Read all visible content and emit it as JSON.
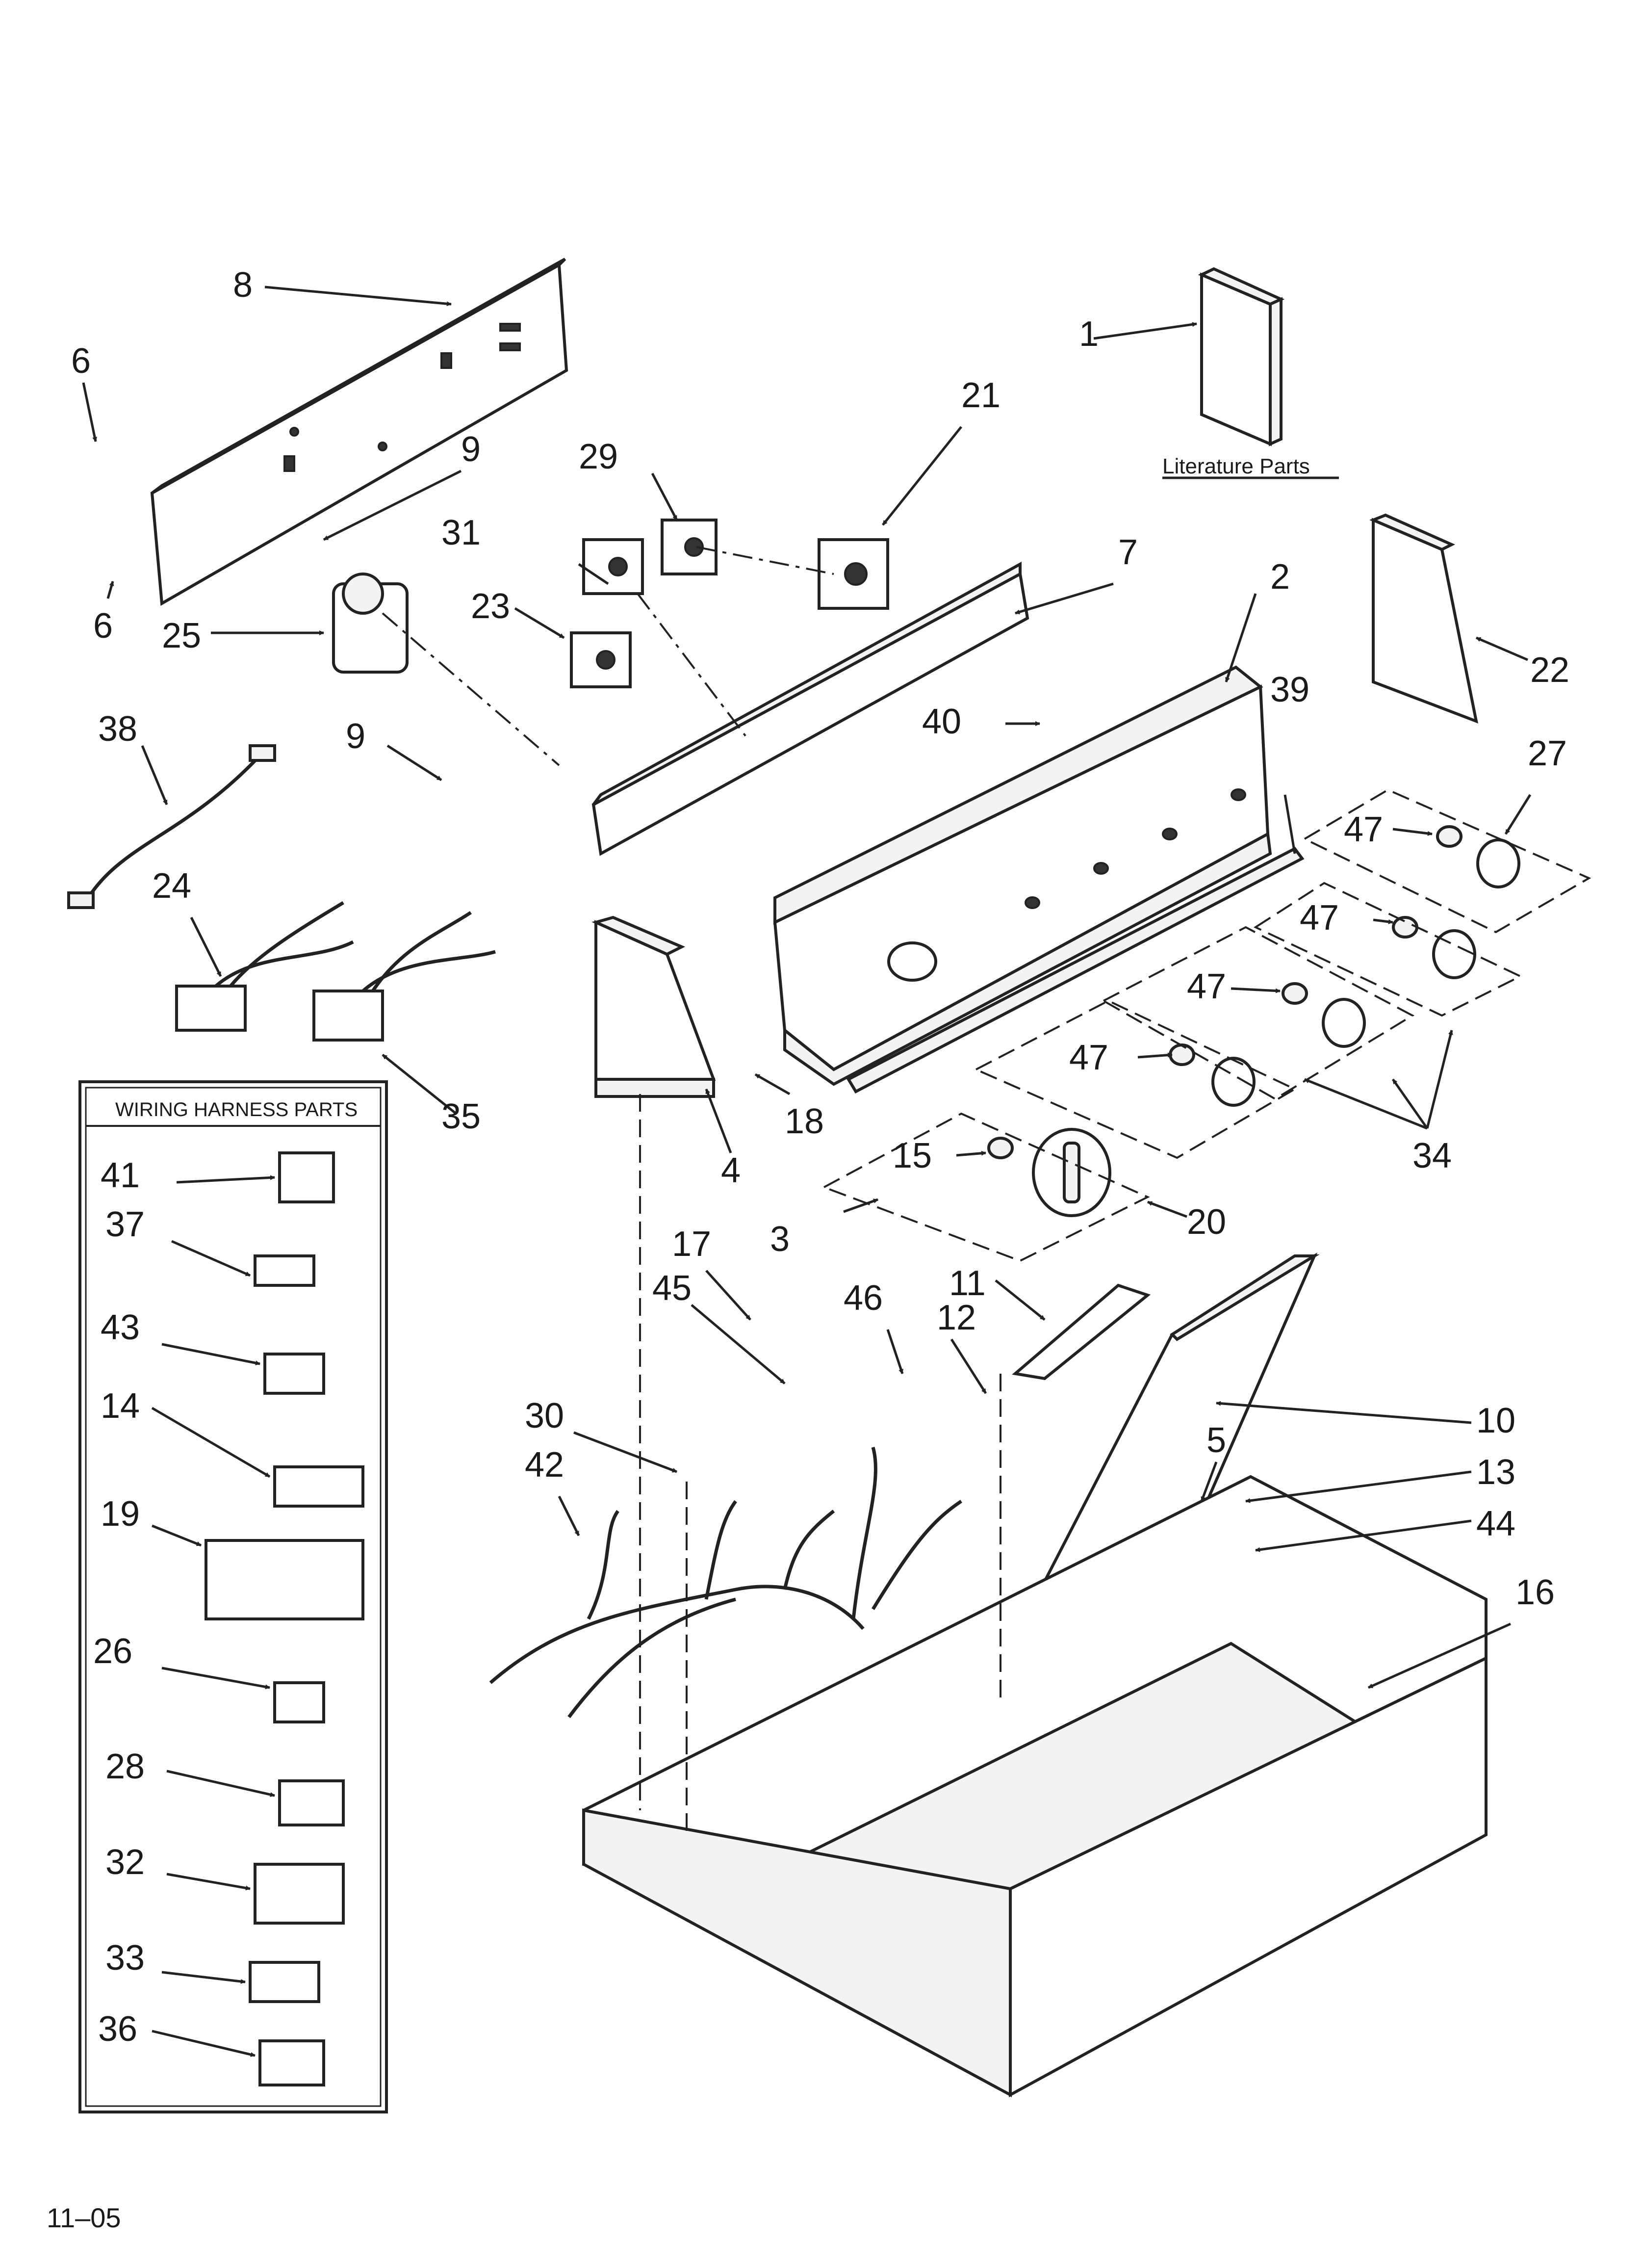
{
  "callouts": {
    "c1": "1",
    "c2": "2",
    "c3": "3",
    "c4": "4",
    "c5": "5",
    "c6a": "6",
    "c6b": "6",
    "c7": "7",
    "c8": "8",
    "c9a": "9",
    "c9b": "9",
    "c10": "10",
    "c11": "11",
    "c12": "12",
    "c13": "13",
    "c14": "14",
    "c15": "15",
    "c16": "16",
    "c17": "17",
    "c18": "18",
    "c19": "19",
    "c20": "20",
    "c21": "21",
    "c22": "22",
    "c23": "23",
    "c24": "24",
    "c25": "25",
    "c26": "26",
    "c27": "27",
    "c28": "28",
    "c29": "29",
    "c30": "30",
    "c31": "31",
    "c32": "32",
    "c33": "33",
    "c34": "34",
    "c35": "35",
    "c36": "36",
    "c37": "37",
    "c38": "38",
    "c39": "39",
    "c40": "40",
    "c41": "41",
    "c42": "42",
    "c43": "43",
    "c44": "44",
    "c45": "45",
    "c46": "46",
    "c47a": "47",
    "c47b": "47",
    "c47c": "47",
    "c47d": "47"
  },
  "literature_label": "Literature Parts",
  "wiring_box_title": "WIRING HARNESS PARTS",
  "footer_code": "11–05"
}
